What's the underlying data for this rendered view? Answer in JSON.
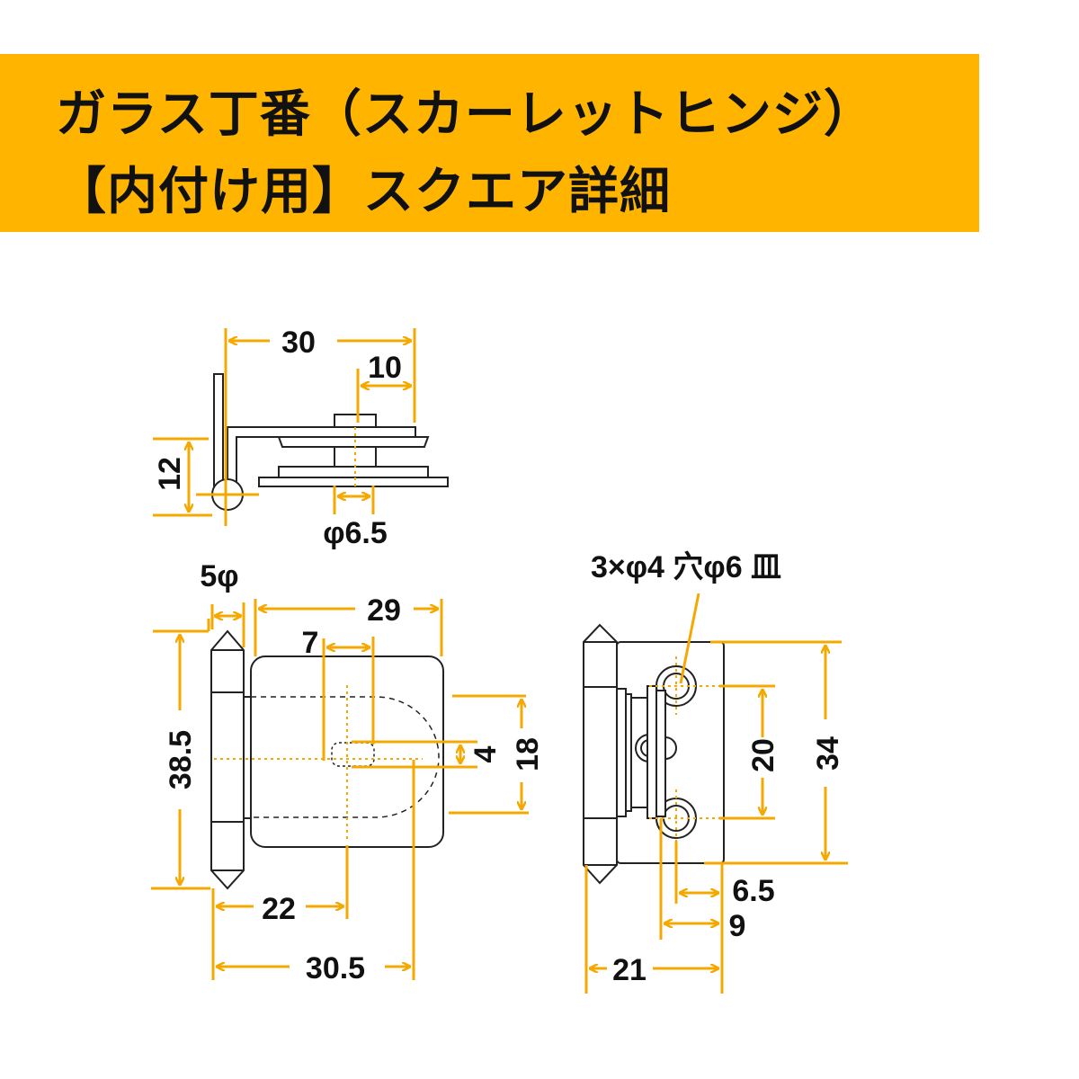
{
  "header": {
    "title_line1": "ガラス丁番（スカーレットヒンジ）",
    "title_line2": "【内付け用】スクエア詳細",
    "background_color": "#FFB500"
  },
  "accent_color": "#F5A800",
  "side_view": {
    "dim_total_width": "30",
    "dim_pin_offset": "10",
    "dim_height": "12",
    "dim_pin_diameter": "φ6.5"
  },
  "front_view": {
    "dim_knuckle_diameter": "5φ",
    "dim_plate_width": "29",
    "dim_slot_length": "7",
    "dim_height": "38.5",
    "dim_slot_width": "4",
    "dim_clamp_height": "18",
    "dim_center_offset": "22",
    "dim_total_width": "30.5"
  },
  "back_view": {
    "hole_note": "3×φ4 穴φ6 皿",
    "dim_hole_pitch": "20",
    "dim_plate_height": "34",
    "dim_hole_edge": "6.5",
    "dim_plate_inset": "9",
    "dim_total_width": "21"
  }
}
